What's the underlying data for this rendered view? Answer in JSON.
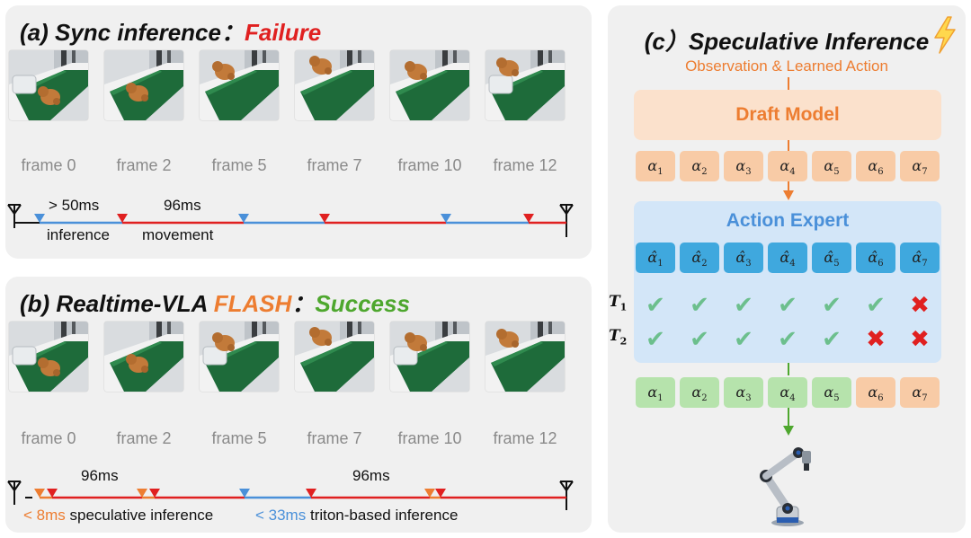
{
  "panel_a": {
    "title_prefix": "(a) Sync inference：",
    "title_status": "Failure",
    "frame_labels": [
      "frame 0",
      "frame 2",
      "frame 5",
      "frame 7",
      "frame 10",
      "frame 12"
    ],
    "timeline": {
      "latency_label": "> 50ms",
      "movement_time_label": "96ms",
      "inference_label": "inference",
      "movement_label": "movement"
    }
  },
  "panel_b": {
    "title_prefix": "(b) Realtime-VLA ",
    "title_method": "FLASH",
    "title_sep": "：",
    "title_status": "Success",
    "frame_labels": [
      "frame 0",
      "frame 2",
      "frame 5",
      "frame 7",
      "frame 10",
      "frame 12"
    ],
    "timeline": {
      "movement_time_label_1": "96ms",
      "movement_time_label_2": "96ms",
      "spec_latency": "< 8ms",
      "spec_label": "speculative inference",
      "triton_latency": "< 33ms",
      "triton_label": "triton-based inference"
    }
  },
  "panel_c": {
    "title": "(c）Speculative Inference",
    "icon": "lightning-icon",
    "input_label": "Observation & Learned Action",
    "draft_model_label": "Draft Model",
    "action_expert_label": "Action Expert",
    "draft_tokens": [
      {
        "sym": "α",
        "sub": "1"
      },
      {
        "sym": "α",
        "sub": "2"
      },
      {
        "sym": "α",
        "sub": "3"
      },
      {
        "sym": "α",
        "sub": "4"
      },
      {
        "sym": "α",
        "sub": "5"
      },
      {
        "sym": "α",
        "sub": "6"
      },
      {
        "sym": "α",
        "sub": "7"
      }
    ],
    "expert_tokens": [
      {
        "sym": "α̂",
        "sub": "1"
      },
      {
        "sym": "α̂",
        "sub": "2"
      },
      {
        "sym": "α̂",
        "sub": "3"
      },
      {
        "sym": "α̂",
        "sub": "4"
      },
      {
        "sym": "α̂",
        "sub": "5"
      },
      {
        "sym": "α̂",
        "sub": "6"
      },
      {
        "sym": "α̂",
        "sub": "7"
      }
    ],
    "verification_rows": [
      {
        "label": "T",
        "sub": "1",
        "marks": [
          "check",
          "check",
          "check",
          "check",
          "check",
          "check",
          "cross"
        ]
      },
      {
        "label": "T",
        "sub": "2",
        "marks": [
          "check",
          "check",
          "check",
          "check",
          "check",
          "cross",
          "cross"
        ]
      }
    ],
    "output_tokens": [
      {
        "sym": "α",
        "sub": "1",
        "state": "accepted"
      },
      {
        "sym": "α",
        "sub": "2",
        "state": "accepted"
      },
      {
        "sym": "α",
        "sub": "3",
        "state": "accepted"
      },
      {
        "sym": "α",
        "sub": "4",
        "state": "accepted"
      },
      {
        "sym": "α",
        "sub": "5",
        "state": "accepted"
      },
      {
        "sym": "α",
        "sub": "6",
        "state": "draft"
      },
      {
        "sym": "α",
        "sub": "7",
        "state": "draft"
      }
    ],
    "robot": "robot-arm-icon"
  },
  "colors": {
    "inference_blue": "#4a90d9",
    "movement_red": "#e02020",
    "speculative_orange": "#ed7d31",
    "success_green": "#4ea72e",
    "check_green": "#6cbf8d"
  }
}
